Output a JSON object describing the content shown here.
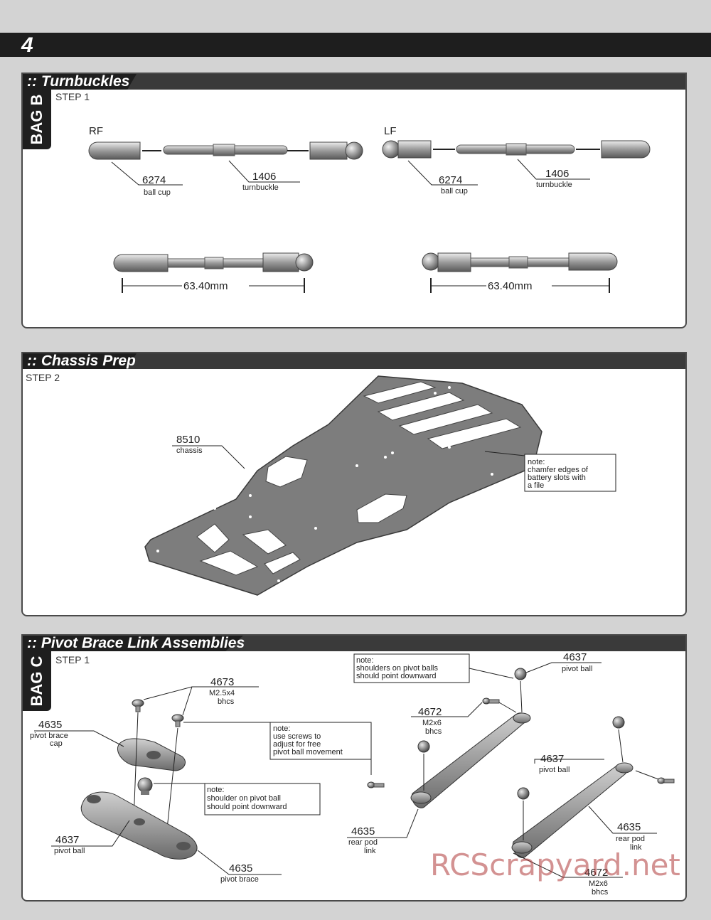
{
  "page": {
    "number": "4"
  },
  "sections": {
    "turnbuckles": {
      "title": ":: Turnbuckles",
      "bag": "BAG B",
      "step": "STEP 1",
      "rf_label": "RF",
      "lf_label": "LF",
      "rf_cup_num": "6274",
      "rf_cup_desc": "ball cup",
      "rf_tb_num": "1406",
      "rf_tb_desc": "turnbuckle",
      "lf_cup_num": "6274",
      "lf_cup_desc": "ball cup",
      "lf_tb_num": "1406",
      "lf_tb_desc": "turnbuckle",
      "length_left": "63.40mm",
      "length_right": "63.40mm"
    },
    "chassis": {
      "title": ":: Chassis Prep",
      "step": "STEP 2",
      "part_num": "8510",
      "part_desc": "chassis",
      "note": [
        "note:",
        "chamfer edges of",
        "battery slots with",
        "a file"
      ]
    },
    "pivot": {
      "title": ":: Pivot Brace Link Assemblies",
      "bag": "BAG C",
      "step": "STEP 1",
      "screw_num": "4673",
      "screw_desc1": "M2.5x4",
      "screw_desc2": "bhcs",
      "cap_num": "4635",
      "cap_desc1": "pivot brace",
      "cap_desc2": "cap",
      "ball_num": "4637",
      "ball_desc": "pivot ball",
      "brace_num": "4635",
      "brace_desc": "pivot brace",
      "note_screws": [
        "note:",
        "use screws to",
        "adjust for free",
        "pivot ball movement"
      ],
      "note_ball": [
        "note:",
        "shoulder on pivot ball",
        "should point downward"
      ],
      "note_balls": [
        "note:",
        "shoulders on pivot balls",
        "should point downward"
      ],
      "r_ball_num": "4637",
      "r_ball_desc": "pivot ball",
      "r_screw_num": "4672",
      "r_screw_desc1": "M2x6",
      "r_screw_desc2": "bhcs",
      "r_ball2_num": "4637",
      "r_ball2_desc": "pivot ball",
      "r_link_num": "4635",
      "r_link_desc1": "rear pod",
      "r_link_desc2": "link",
      "r_link2_num": "4635",
      "r_link2_desc1": "rear pod",
      "r_link2_desc2": "link",
      "r_screw2_num": "4672",
      "r_screw2_desc1": "M2x6",
      "r_screw2_desc2": "bhcs"
    }
  },
  "watermark": "RCScrapyard.net"
}
